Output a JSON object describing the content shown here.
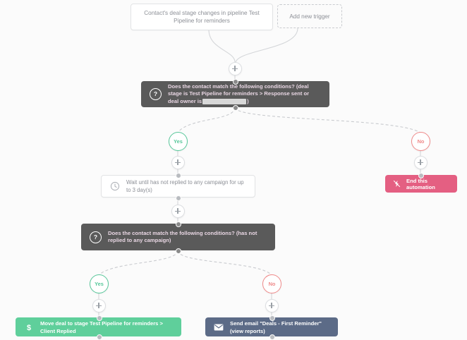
{
  "canvas": {
    "background": "#fbfbfb",
    "title": "Automation workflow builder canvas"
  },
  "colors": {
    "dark_bar": "#5a5a5a",
    "dark_bar_text": "#e9d7e4",
    "green_action": "#5fcf9b",
    "blue_action": "#5c6b87",
    "pink_end": "#e45f82",
    "yes_green": "#57c79a",
    "no_red": "#ef8a8a",
    "muted_text": "#8c8f96",
    "connector": "#c9cbcf"
  },
  "nodes": {
    "trigger": {
      "label": "Contact's deal stage changes in pipeline Test Pipeline for reminders",
      "type": "trigger-card"
    },
    "add_trigger": {
      "label": "Add new trigger",
      "type": "dashed-placeholder"
    },
    "condition_1": {
      "icon": "question-mark-icon",
      "text_before": "Does the contact match the following conditions? (deal stage is Test Pipeline for reminders > Response sent or deal owner is",
      "redacted": true,
      "text_after": ")"
    },
    "wait": {
      "icon": "clock-icon",
      "label": "Wait until has not replied to any campaign for up to 3 day(s)"
    },
    "condition_2": {
      "icon": "question-mark-icon",
      "label": "Does the contact match the following conditions? (has not replied to any campaign)"
    },
    "end_automation": {
      "icon": "stop-automation-icon",
      "label": "End this automation"
    },
    "action_move_deal": {
      "icon": "dollar-icon",
      "label": "Move deal to stage Test Pipeline for reminders > Client Replied"
    },
    "action_send_email": {
      "icon": "envelope-icon",
      "label": "Send email \"Deals - First Reminder\" (view reports)"
    }
  },
  "branches": {
    "condition_1_yes": "Yes",
    "condition_1_no": "No",
    "condition_2_yes": "Yes",
    "condition_2_no": "No"
  },
  "add_step_buttons": {
    "label": "+",
    "count": 5
  }
}
